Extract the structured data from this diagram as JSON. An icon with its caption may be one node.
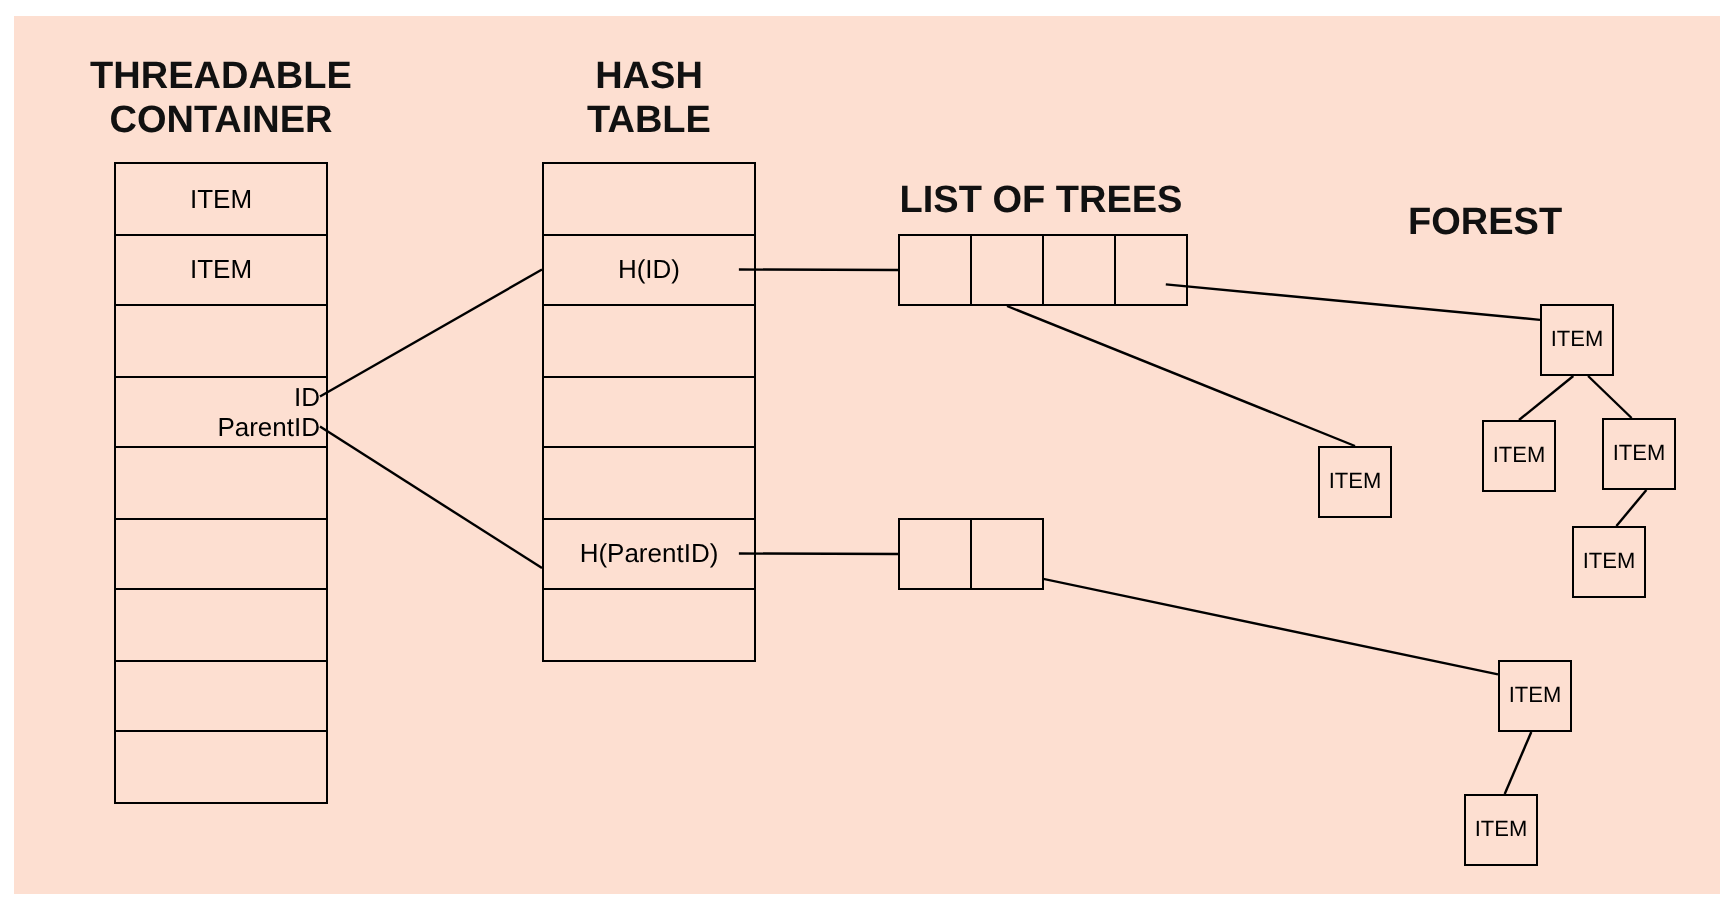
{
  "diagram": {
    "nodes": [
      {
        "text": [
          "THREADABLE CONTAINER"
        ]
      },
      {
        "text": [
          "ITEM"
        ],
        "in": 0
      },
      {
        "text": [
          "ITEM"
        ],
        "in": 0
      },
      {
        "text": [],
        "shape": "box",
        "in": 0
      },
      {
        "text": [],
        "shape": "box",
        "in": 0
      },
      {
        "text": [],
        "shape": "box",
        "in": 0
      },
      {
        "text": [],
        "shape": "box",
        "in": 0
      },
      {
        "text": [],
        "shape": "box",
        "in": 0
      },
      {
        "text": [],
        "shape": "box",
        "in": 0
      },
      {
        "text": [],
        "shape": "box",
        "in": 0
      },
      {
        "text": [
          "ID"
        ],
        "in": 4
      },
      {
        "text": [
          "ParentID"
        ],
        "in": 4
      },
      {
        "text": [
          "HASH TABLE"
        ]
      },
      {
        "text": [],
        "shape": "box",
        "in": 12
      },
      {
        "text": [
          "H(ID)"
        ],
        "in": 12
      },
      {
        "text": [],
        "shape": "box",
        "in": 12
      },
      {
        "text": [],
        "shape": "box",
        "in": 12
      },
      {
        "text": [],
        "shape": "box",
        "in": 12
      },
      {
        "text": [
          "H(ParentID)"
        ],
        "in": 12
      },
      {
        "text": [],
        "shape": "box",
        "in": 12
      },
      {
        "text": [
          "LIST OF TREES"
        ]
      },
      {
        "text": [],
        "shape": "box",
        "in": 20
      },
      {
        "text": [],
        "shape": "box",
        "in": 20
      },
      {
        "text": [],
        "shape": "box",
        "in": 20
      },
      {
        "text": [],
        "shape": "box",
        "in": 20
      },
      {
        "text": [],
        "shape": "box"
      },
      {
        "text": [],
        "shape": "box"
      },
      {
        "text": [
          "ITEM"
        ]
      },
      {
        "text": [
          "ITEM"
        ]
      },
      {
        "text": [
          "ITEM"
        ]
      },
      {
        "text": [
          "ITEM"
        ]
      },
      {
        "text": [
          "ITEM"
        ]
      },
      {
        "text": [
          "ITEM"
        ]
      },
      {
        "text": [
          "ITEM"
        ]
      }
    ],
    "edges": [
      {
        "from": 10,
        "to": 14,
        "arrow": "none"
      },
      {
        "from": 11,
        "to": 18,
        "arrow": "none"
      },
      {
        "from": 14,
        "to": 21,
        "arrow": "none"
      },
      {
        "from": 18,
        "to": 25,
        "arrow": "none"
      },
      {
        "from": 22,
        "to": 30,
        "arrow": "none"
      },
      {
        "from": 24,
        "to": 27,
        "arrow": "none"
      },
      {
        "from": 27,
        "to": 28,
        "arrow": "none"
      },
      {
        "from": 27,
        "to": 29,
        "arrow": "none"
      },
      {
        "from": 29,
        "to": 31,
        "arrow": "none"
      },
      {
        "from": 26,
        "to": 32,
        "arrow": "none"
      },
      {
        "from": 32,
        "to": 33,
        "arrow": "none"
      }
    ],
    "labels": [
      "FOREST"
    ]
  }
}
